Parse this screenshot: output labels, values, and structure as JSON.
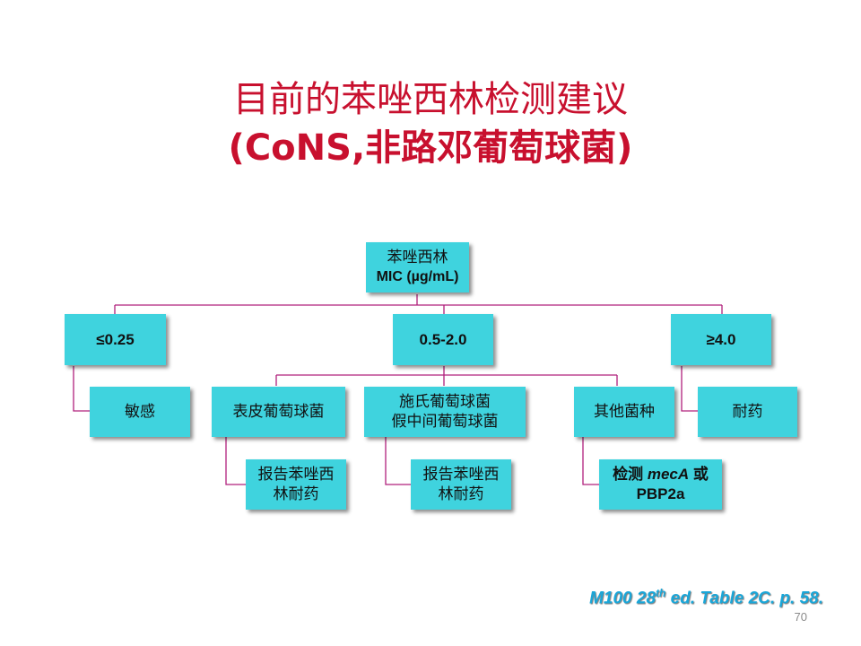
{
  "title": {
    "line1": "目前的苯唑西林检测建议",
    "line2": "(CoNS,非路邓葡萄球菌)"
  },
  "root": {
    "line1": "苯唑西林",
    "line2": "MIC (µg/mL)"
  },
  "ranges": {
    "low": "≤0.25",
    "mid": "0.5-2.0",
    "high": "≥4.0"
  },
  "results": {
    "susceptible": "敏感",
    "resistant": "耐药"
  },
  "mid_branches": {
    "epidermidis": "表皮葡萄球菌",
    "schleiferi_line1": "施氏葡萄球菌",
    "schleiferi_line2": "假中间葡萄球菌",
    "other": "其他菌种"
  },
  "actions": {
    "report1_line1": "报告苯唑西",
    "report1_line2": "林耐药",
    "report2_line1": "报告苯唑西",
    "report2_line2": "林耐药",
    "test_prefix": "检测 ",
    "test_gene": "mecA",
    "test_suffix": " 或",
    "test_line2": "PBP2a"
  },
  "citation": {
    "pre": "M100 28",
    "sup": "th",
    "post": " ed. Table 2C. p. 58."
  },
  "page_number": "70",
  "colors": {
    "box": "#3fd3de",
    "connector": "#b0207c",
    "title": "#c8102e",
    "citation": "#1aa6d8"
  }
}
